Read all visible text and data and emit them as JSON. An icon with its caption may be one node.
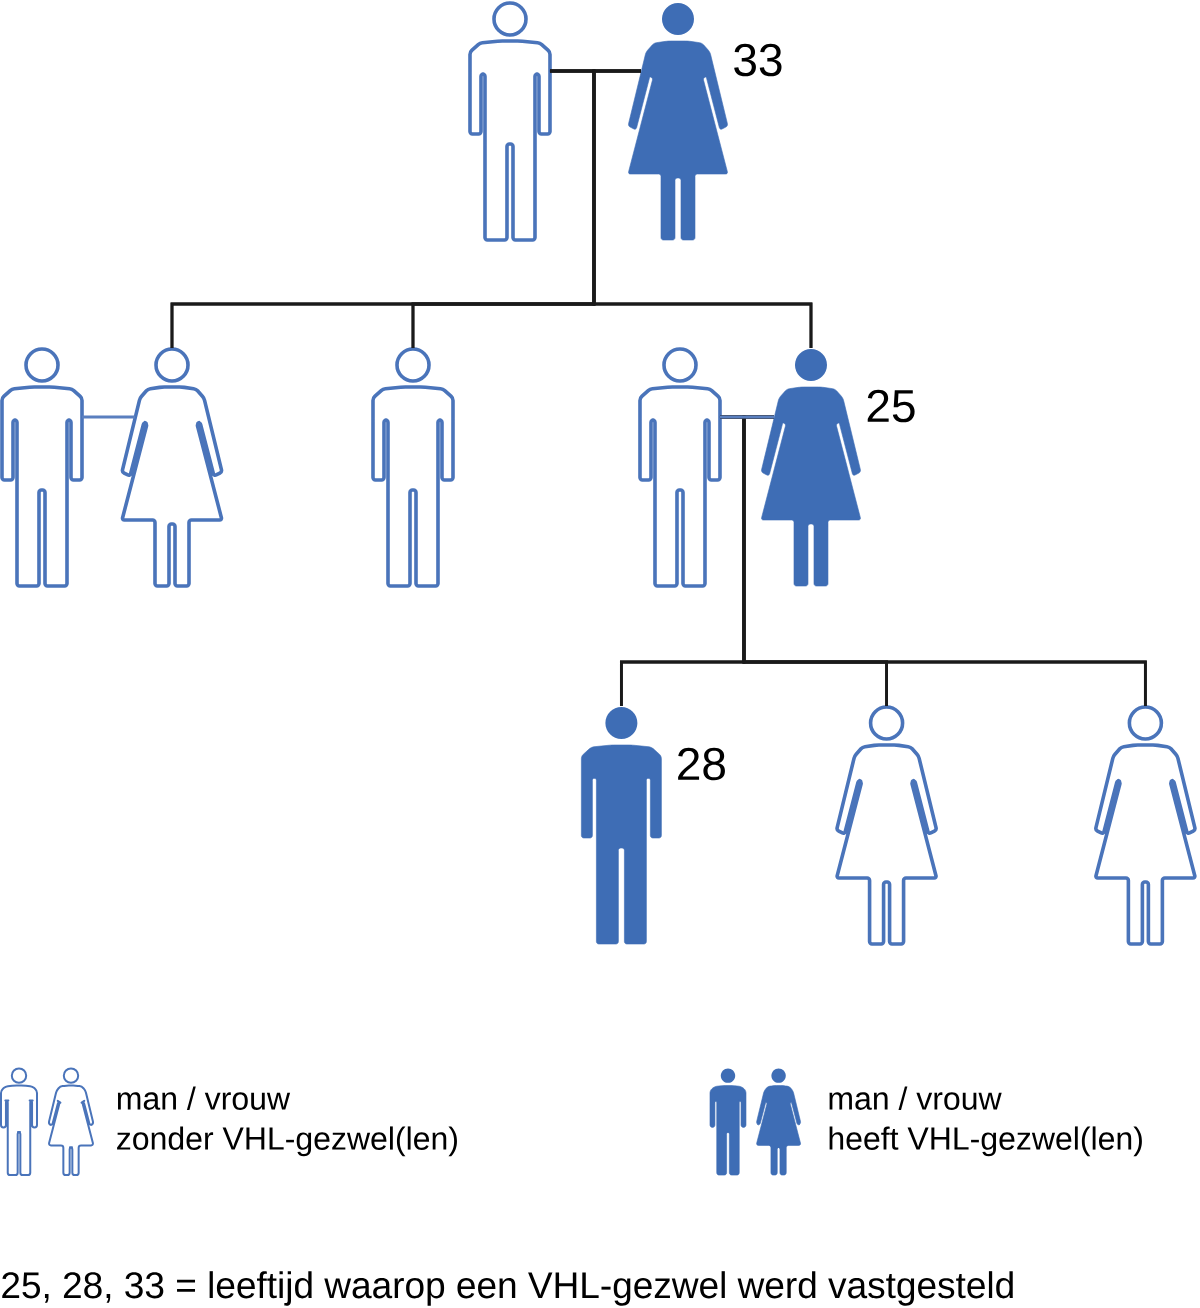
{
  "diagram": {
    "nodes": [
      {
        "text": [],
        "shape": "person"
      },
      {
        "text": [],
        "shape": "person",
        "beside": [
          "33"
        ]
      },
      {
        "text": [],
        "shape": "person"
      },
      {
        "text": [],
        "shape": "person"
      },
      {
        "text": [],
        "shape": "person"
      },
      {
        "text": [],
        "shape": "person"
      },
      {
        "text": [],
        "shape": "person",
        "beside": [
          "25"
        ]
      },
      {
        "text": [],
        "shape": "person",
        "beside": [
          "28"
        ]
      },
      {
        "text": [],
        "shape": "person"
      },
      {
        "text": [],
        "shape": "person"
      }
    ],
    "edges": [
      {
        "from": 0,
        "to": 1,
        "arrow": "none"
      },
      {
        "from": 0,
        "to": 3,
        "arrow": "none"
      },
      {
        "from": 0,
        "to": 4,
        "arrow": "none"
      },
      {
        "from": 0,
        "to": 6,
        "arrow": "none"
      },
      {
        "from": 1,
        "to": 3,
        "arrow": "none"
      },
      {
        "from": 1,
        "to": 4,
        "arrow": "none"
      },
      {
        "from": 1,
        "to": 6,
        "arrow": "none"
      },
      {
        "from": 2,
        "to": 3,
        "arrow": "none",
        "color": "#5a7fbf"
      },
      {
        "from": 5,
        "to": 6,
        "arrow": "none",
        "color": "#5a7fbf"
      },
      {
        "from": 5,
        "to": 7,
        "arrow": "none"
      },
      {
        "from": 5,
        "to": 8,
        "arrow": "none"
      },
      {
        "from": 5,
        "to": 9,
        "arrow": "none"
      },
      {
        "from": 6,
        "to": 7,
        "arrow": "none"
      },
      {
        "from": 6,
        "to": 8,
        "arrow": "none"
      },
      {
        "from": 6,
        "to": 9,
        "arrow": "none"
      }
    ],
    "labels": [
      "25, 28, 33 = leeftijd waarop een VHL-gezwel werd vastgesteld"
    ],
    "legend": [
      {
        "text": "man / vrouw zonder VHL-gezwel(len)"
      },
      {
        "text": "man / vrouw heeft VHL-gezwel(len)"
      }
    ]
  }
}
